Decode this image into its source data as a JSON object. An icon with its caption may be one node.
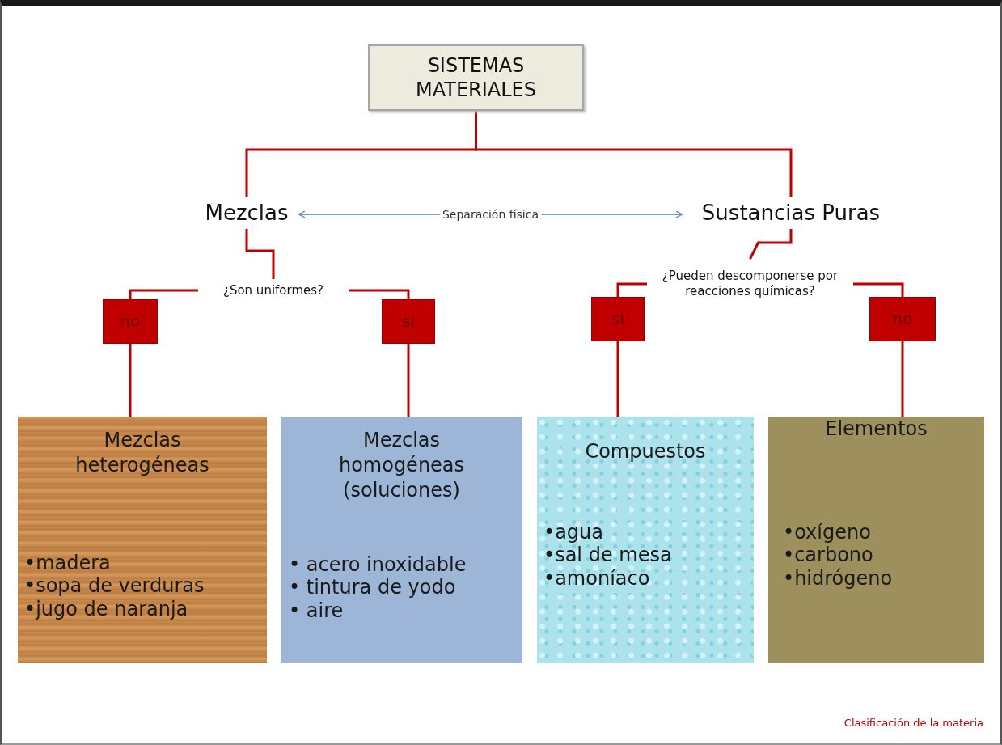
{
  "diagram": {
    "nodes": [
      {
        "text": [
          "SISTEMAS MATERIALES"
        ]
      },
      {
        "text": [
          "Mezclas"
        ]
      },
      {
        "text": [
          "Sustancias Puras"
        ]
      },
      {
        "text": [
          "¿Son uniformes?"
        ]
      },
      {
        "text": [
          "¿Pueden descomponerse por reacciones químicas?"
        ]
      },
      {
        "text": [
          "no"
        ]
      },
      {
        "text": [
          "si"
        ]
      },
      {
        "text": [
          "si"
        ]
      },
      {
        "text": [
          "no"
        ]
      },
      {
        "text": [
          "Mezclas heterogéneas",
          "•madera",
          "•sopa de verduras",
          "•jugo de naranja"
        ]
      },
      {
        "text": [
          "Mezclas homogéneas (soluciones)",
          "• acero inoxidable",
          "• tintura de yodo",
          "• aire"
        ]
      },
      {
        "text": [
          "Compuestos",
          "•agua",
          "•sal de mesa",
          "•amoníaco"
        ]
      },
      {
        "text": [
          "Elementos",
          "•oxígeno",
          "•carbono",
          "•hidrógeno"
        ]
      }
    ],
    "edges": [
      {
        "from": 0,
        "to": 1,
        "arrow": "none"
      },
      {
        "from": 0,
        "to": 2,
        "arrow": "none"
      },
      {
        "from": 1,
        "to": 3,
        "arrow": "none"
      },
      {
        "from": 2,
        "to": 4,
        "arrow": "none"
      },
      {
        "from": 3,
        "to": 5,
        "arrow": "none"
      },
      {
        "from": 3,
        "to": 6,
        "arrow": "none"
      },
      {
        "from": 4,
        "to": 7,
        "arrow": "none"
      },
      {
        "from": 4,
        "to": 8,
        "arrow": "none"
      },
      {
        "from": 5,
        "to": 9,
        "arrow": "none"
      },
      {
        "from": 6,
        "to": 10,
        "arrow": "none"
      },
      {
        "from": 7,
        "to": 11,
        "arrow": "none"
      },
      {
        "from": 8,
        "to": 12,
        "arrow": "none"
      },
      {
        "from": 1,
        "to": 2,
        "arrow": "both",
        "label": "Separación física",
        "color": "#4f81bd"
      }
    ],
    "labels": [
      "Clasificación de la materia"
    ]
  }
}
